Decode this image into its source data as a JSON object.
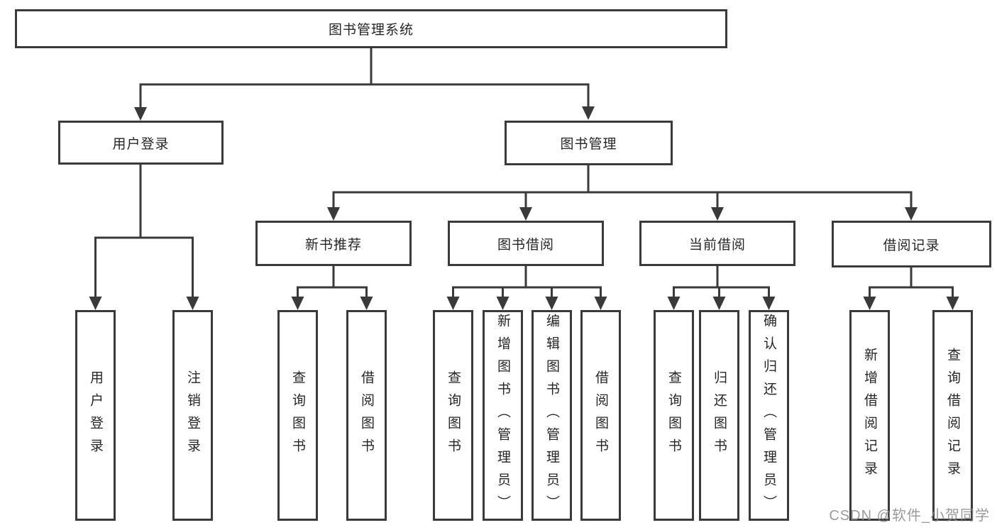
{
  "tree": {
    "root": {
      "label": "图书管理系统",
      "children": [
        {
          "label": "用户登录",
          "children": [
            {
              "label": "用户登录"
            },
            {
              "label": "注销登录"
            }
          ]
        },
        {
          "label": "图书管理",
          "children": [
            {
              "label": "新书推荐",
              "children": [
                {
                  "label": "查询图书"
                },
                {
                  "label": "借阅图书"
                }
              ]
            },
            {
              "label": "图书借阅",
              "children": [
                {
                  "label": "查询图书"
                },
                {
                  "label": "新增图书（管理员）"
                },
                {
                  "label": "编辑图书（管理员）"
                },
                {
                  "label": "借阅图书"
                }
              ]
            },
            {
              "label": "当前借阅",
              "children": [
                {
                  "label": "查询图书"
                },
                {
                  "label": "归还图书"
                },
                {
                  "label": "确认归还（管理员）"
                }
              ]
            },
            {
              "label": "借阅记录",
              "children": [
                {
                  "label": "新增借阅记录"
                },
                {
                  "label": "查询借阅记录"
                }
              ]
            }
          ]
        }
      ]
    }
  },
  "watermark": {
    "text": "CSDN @软件_小贺同学"
  },
  "colors": {
    "line": "#3a3a3a",
    "text": "#262626",
    "watermark": "#8a8a8a",
    "background": "#ffffff"
  }
}
